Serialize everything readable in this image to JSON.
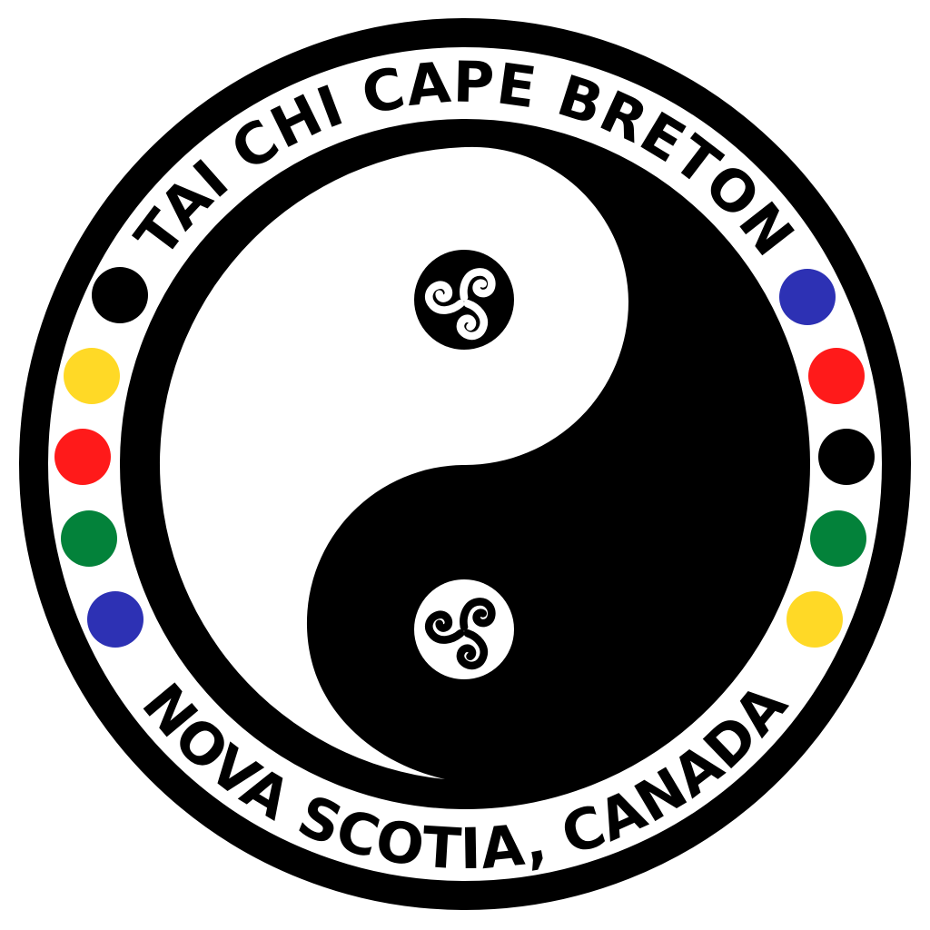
{
  "logo": {
    "top_text": "TAI CHI CAPE BRETON",
    "bottom_text": "NOVA SCOTIA, CANADA",
    "background_color": "#FFFFFF",
    "ink_color": "#000000",
    "center_symbol": "yin-yang",
    "eye_symbol": "triskele-spiral"
  },
  "colors": {
    "yellow": "#FFD926",
    "red": "#FF1A1A",
    "green": "#03823A",
    "blue": "#2D31B4",
    "black": "#000000"
  },
  "dots": {
    "left": [
      {
        "color": "black"
      },
      {
        "color": "yellow"
      },
      {
        "color": "red"
      },
      {
        "color": "green"
      },
      {
        "color": "blue"
      }
    ],
    "right": [
      {
        "color": "blue"
      },
      {
        "color": "red"
      },
      {
        "color": "black"
      },
      {
        "color": "green"
      },
      {
        "color": "yellow"
      }
    ]
  }
}
